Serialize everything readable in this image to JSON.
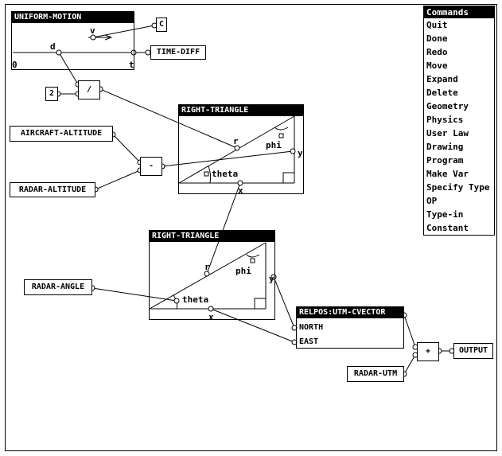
{
  "menu": {
    "title": "Commands",
    "items": [
      "Quit",
      "Done",
      "Redo",
      "Move",
      "Expand",
      "Delete",
      "Geometry",
      "Physics",
      "User Law",
      "Drawing",
      "Program",
      "Make Var",
      "Specify Type",
      "OP",
      "Type-in",
      "Constant"
    ]
  },
  "modules": {
    "uniform_motion": {
      "title": "UNIFORM-MOTION",
      "v": "v",
      "d": "d",
      "zero": "0",
      "t": "t"
    },
    "triangle1": {
      "title": "RIGHT-TRIANGLE",
      "r": "r",
      "phi": "phi",
      "y": "y",
      "theta": "theta",
      "x": "x"
    },
    "triangle2": {
      "title": "RIGHT-TRIANGLE",
      "r": "r",
      "phi": "phi",
      "y": "y",
      "theta": "theta",
      "x": "x"
    },
    "relpos": {
      "title": "RELPOS:UTM-CVECTOR",
      "north": "NORTH",
      "east": "EAST"
    }
  },
  "boxes": {
    "c": "C",
    "time_diff": "TIME-DIFF",
    "two": "2",
    "divide": "/",
    "aircraft_altitude": "AIRCRAFT-ALTITUDE",
    "radar_altitude": "RADAR-ALTITUDE",
    "minus": "-",
    "radar_angle": "RADAR-ANGLE",
    "plus": "+",
    "output": "OUTPUT",
    "radar_utm": "RADAR-UTM"
  }
}
